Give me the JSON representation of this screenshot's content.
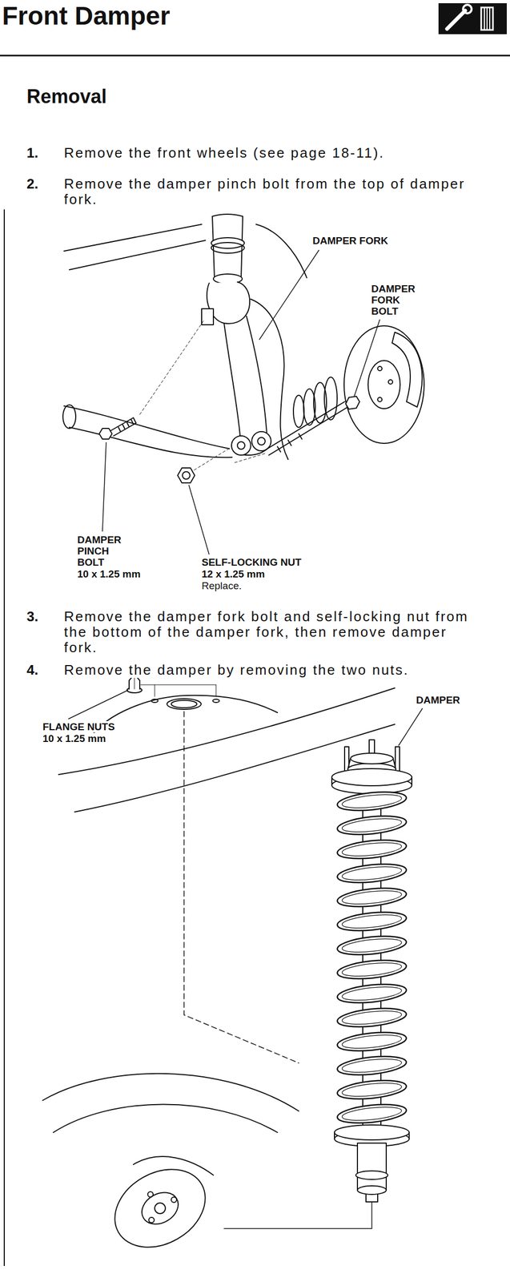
{
  "diagram": {
    "title": "Front Damper",
    "labels": [
      "Removal",
      "1.",
      "Remove the front wheels (see page 18-11).",
      "2.",
      "Remove the damper pinch bolt from the top of damper fork.",
      "DAMPER FORK",
      "DAMPER FORK BOLT",
      "DAMPER PINCH BOLT",
      "10 x 1.25 mm",
      "SELF-LOCKING NUT",
      "12 x 1.25 mm",
      "Replace.",
      "3.",
      "Remove the damper fork bolt and self-locking nut from the bottom of the damper fork, then remove damper fork.",
      "4.",
      "Remove the damper by removing the two nuts.",
      "FLANGE NUTS",
      "10 x 1.25 mm",
      "DAMPER"
    ]
  }
}
